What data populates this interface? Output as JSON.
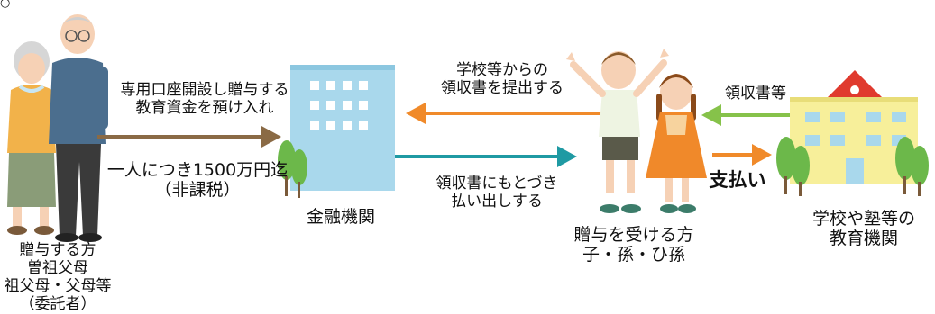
{
  "corner_mark": "○",
  "donors": {
    "label_lines": [
      "贈与する方",
      "曽祖父母",
      "祖父母・父母等",
      "（委託者）"
    ]
  },
  "deposit": {
    "label_lines": [
      "専用口座開設し贈与する",
      "教育資金を預け入れ"
    ],
    "limit_lines": [
      "一人につき1500万円迄",
      "（非課税）"
    ]
  },
  "bank": {
    "label": "金融機関"
  },
  "receipt_submit": {
    "label_lines": [
      "学校等からの",
      "領収書を提出する"
    ]
  },
  "withdraw": {
    "label_lines": [
      "領収書にもとづき",
      "払い出しする"
    ]
  },
  "recipients": {
    "label_lines": [
      "贈与を受ける方",
      "子・孫・ひ孫"
    ]
  },
  "receipts": {
    "label": "領収書等"
  },
  "payment": {
    "label": "支払い"
  },
  "school": {
    "label_lines": [
      "学校や塾等の",
      "教育機関"
    ]
  },
  "colors": {
    "arrow_brown": "#8a6a45",
    "arrow_teal": "#1f9aa3",
    "arrow_orange": "#f08a2a",
    "arrow_green": "#86c24a",
    "building_blue": "#a9d8ec",
    "school_yellow": "#f7ef9a",
    "roof_red": "#e03a2e",
    "tree_green": "#6cb84a"
  }
}
